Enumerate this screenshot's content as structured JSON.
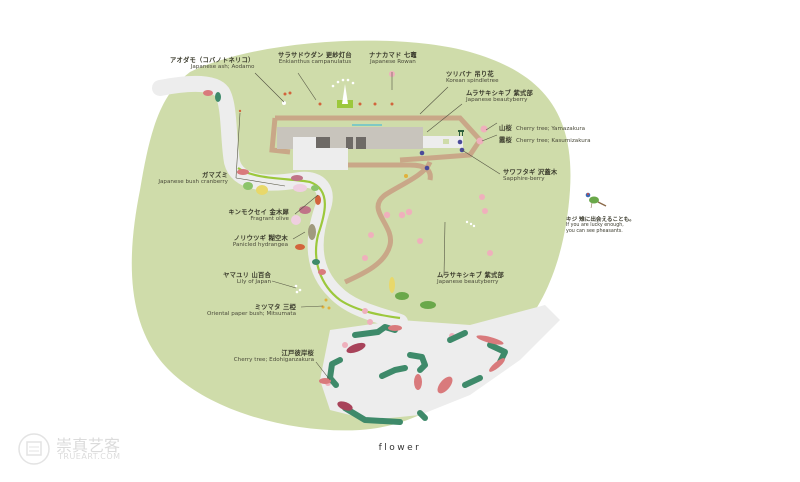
{
  "caption": "flower",
  "colors": {
    "lawn": "#cfdcaa",
    "path_white": "#ededed",
    "dirt_path": "#c9a788",
    "building": "#c8c4bc",
    "hedge_green": "#3e8a6a",
    "flower_pink": "#d97a7c",
    "flower_maroon": "#a8435a",
    "lime_edge": "#9cc83c",
    "sapphire_berry": "#4a4a9a",
    "leader_line": "#555544"
  },
  "labels": {
    "aodamo": {
      "jp": "アオダモ（コバノトネリコ）",
      "en": "Japanese ash; Aodamo"
    },
    "sarasadoudan": {
      "jp": "サラサドウダン 更紗灯台",
      "en": "Enkianthus campanulatus"
    },
    "nanakamado": {
      "jp": "ナナカマド 七竈",
      "en": "Japanese Rowan"
    },
    "tsuribana": {
      "jp": "ツリバナ 吊り花",
      "en": "Korean spindletree"
    },
    "murasakishikibu_top": {
      "jp": "ムラサキシキブ 紫式部",
      "en": "Japanese beautyberry"
    },
    "yamazakura": {
      "jp": "山桜",
      "en": "Cherry tree; Yamazakura"
    },
    "kasumizakura": {
      "jp": "霞桜",
      "en": "Cherry tree; Kasumizakura"
    },
    "sawafutagi": {
      "jp": "サワフタギ 沢蓋木",
      "en": "Sapphire-berry"
    },
    "gamazumi": {
      "jp": "ガマズミ",
      "en": "Japanese bush cranberry"
    },
    "kinmokusei": {
      "jp": "キンモクセイ 金木犀",
      "en": "Fragrant olive"
    },
    "noriutsugi": {
      "jp": "ノリウツギ 糊空木",
      "en": "Panicled hydrangea"
    },
    "yamayuri": {
      "jp": "ヤマユリ 山百合",
      "en": "Lily of Japan"
    },
    "mitsumata": {
      "jp": "ミツマタ 三椏",
      "en": "Oriental paper bush; Mitsumata"
    },
    "edohigan": {
      "jp": "江戸彼岸桜",
      "en": "Cherry tree; Edohiganzakura"
    },
    "murasakishikibu_bottom": {
      "jp": "ムラサキシキブ 紫式部",
      "en": "Japanese beautyberry"
    }
  },
  "pheasant_note": {
    "jp": "キジ 雉に出会えることも。",
    "en_line1": "If you are lucky enough,",
    "en_line2": "you can see pheasants.",
    "icon": "pheasant-icon"
  },
  "watermark": {
    "title": "崇真艺客",
    "subtitle": "TRUEART.COM",
    "icon": "chat-bubble-icon"
  }
}
